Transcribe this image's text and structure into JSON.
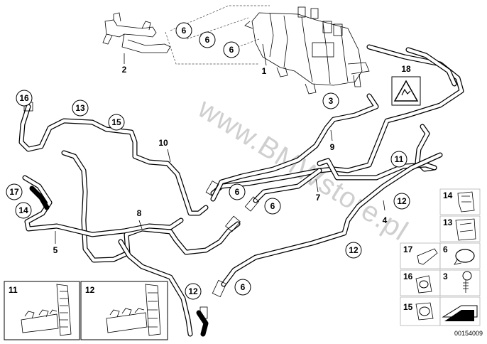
{
  "watermark": "www.BMWstore.pl",
  "diagram_code": "00154009",
  "labels": {
    "l1": "1",
    "l2": "2",
    "l3": "3",
    "l4": "4",
    "l5": "5",
    "l7": "7",
    "l8": "8",
    "l9": "9",
    "l10": "10"
  },
  "circled": {
    "c6a": "6",
    "c6b": "6",
    "c6c": "6",
    "c6d": "6",
    "c6e": "6",
    "c6f": "6",
    "c3": "3",
    "c16": "16",
    "c13": "13",
    "c15": "15",
    "c17": "17",
    "c14": "14",
    "c11": "11",
    "c12a": "12",
    "c12b": "12",
    "c12c": "12"
  },
  "warning_label": "18",
  "inset_boxes": {
    "box11": "11",
    "box12": "12"
  },
  "parts_panel": {
    "p14": "14",
    "p13": "13",
    "p17": "17",
    "p6": "6",
    "p16": "16",
    "p3": "3",
    "p15": "15"
  }
}
